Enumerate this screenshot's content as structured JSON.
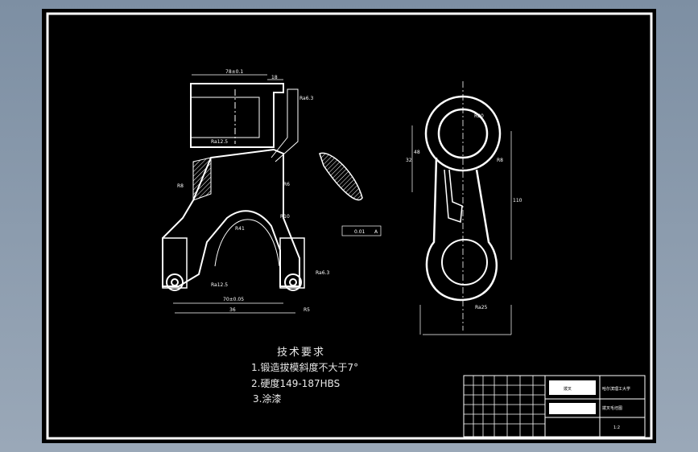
{
  "tech_requirements": {
    "title": "技术要求",
    "items": [
      "1.锻造拔模斜度不大于7°",
      "2.硬度149-187HBS",
      "3.涂漆"
    ]
  },
  "dimensions": {
    "d_1": "78±0.1",
    "d_2": "18",
    "d_3": "Ra6.3",
    "d_4": "Ra12.5",
    "d_5": "R8",
    "d_6": "R6",
    "d_7": "R41",
    "d_8": "R10",
    "d_9": "R5",
    "d_10": "36",
    "d_11": "70±0.05",
    "d_12": "Ra6.3",
    "d_13": "Ra12.5",
    "d_14": "0.01",
    "d_15": "A",
    "d_16": "110",
    "d_17": "R20",
    "d_18": "48",
    "d_19": "32",
    "d_20": "R8",
    "d_21": "Ra25"
  },
  "title_block": {
    "school": "哈尔滨理工大学",
    "drawing_name": "拨叉",
    "part_no": "拨叉毛坯图",
    "sheet": "1:2"
  },
  "colors": {
    "paper": "#000000",
    "line": "#ffffff",
    "viewport": "#8c9cad"
  }
}
